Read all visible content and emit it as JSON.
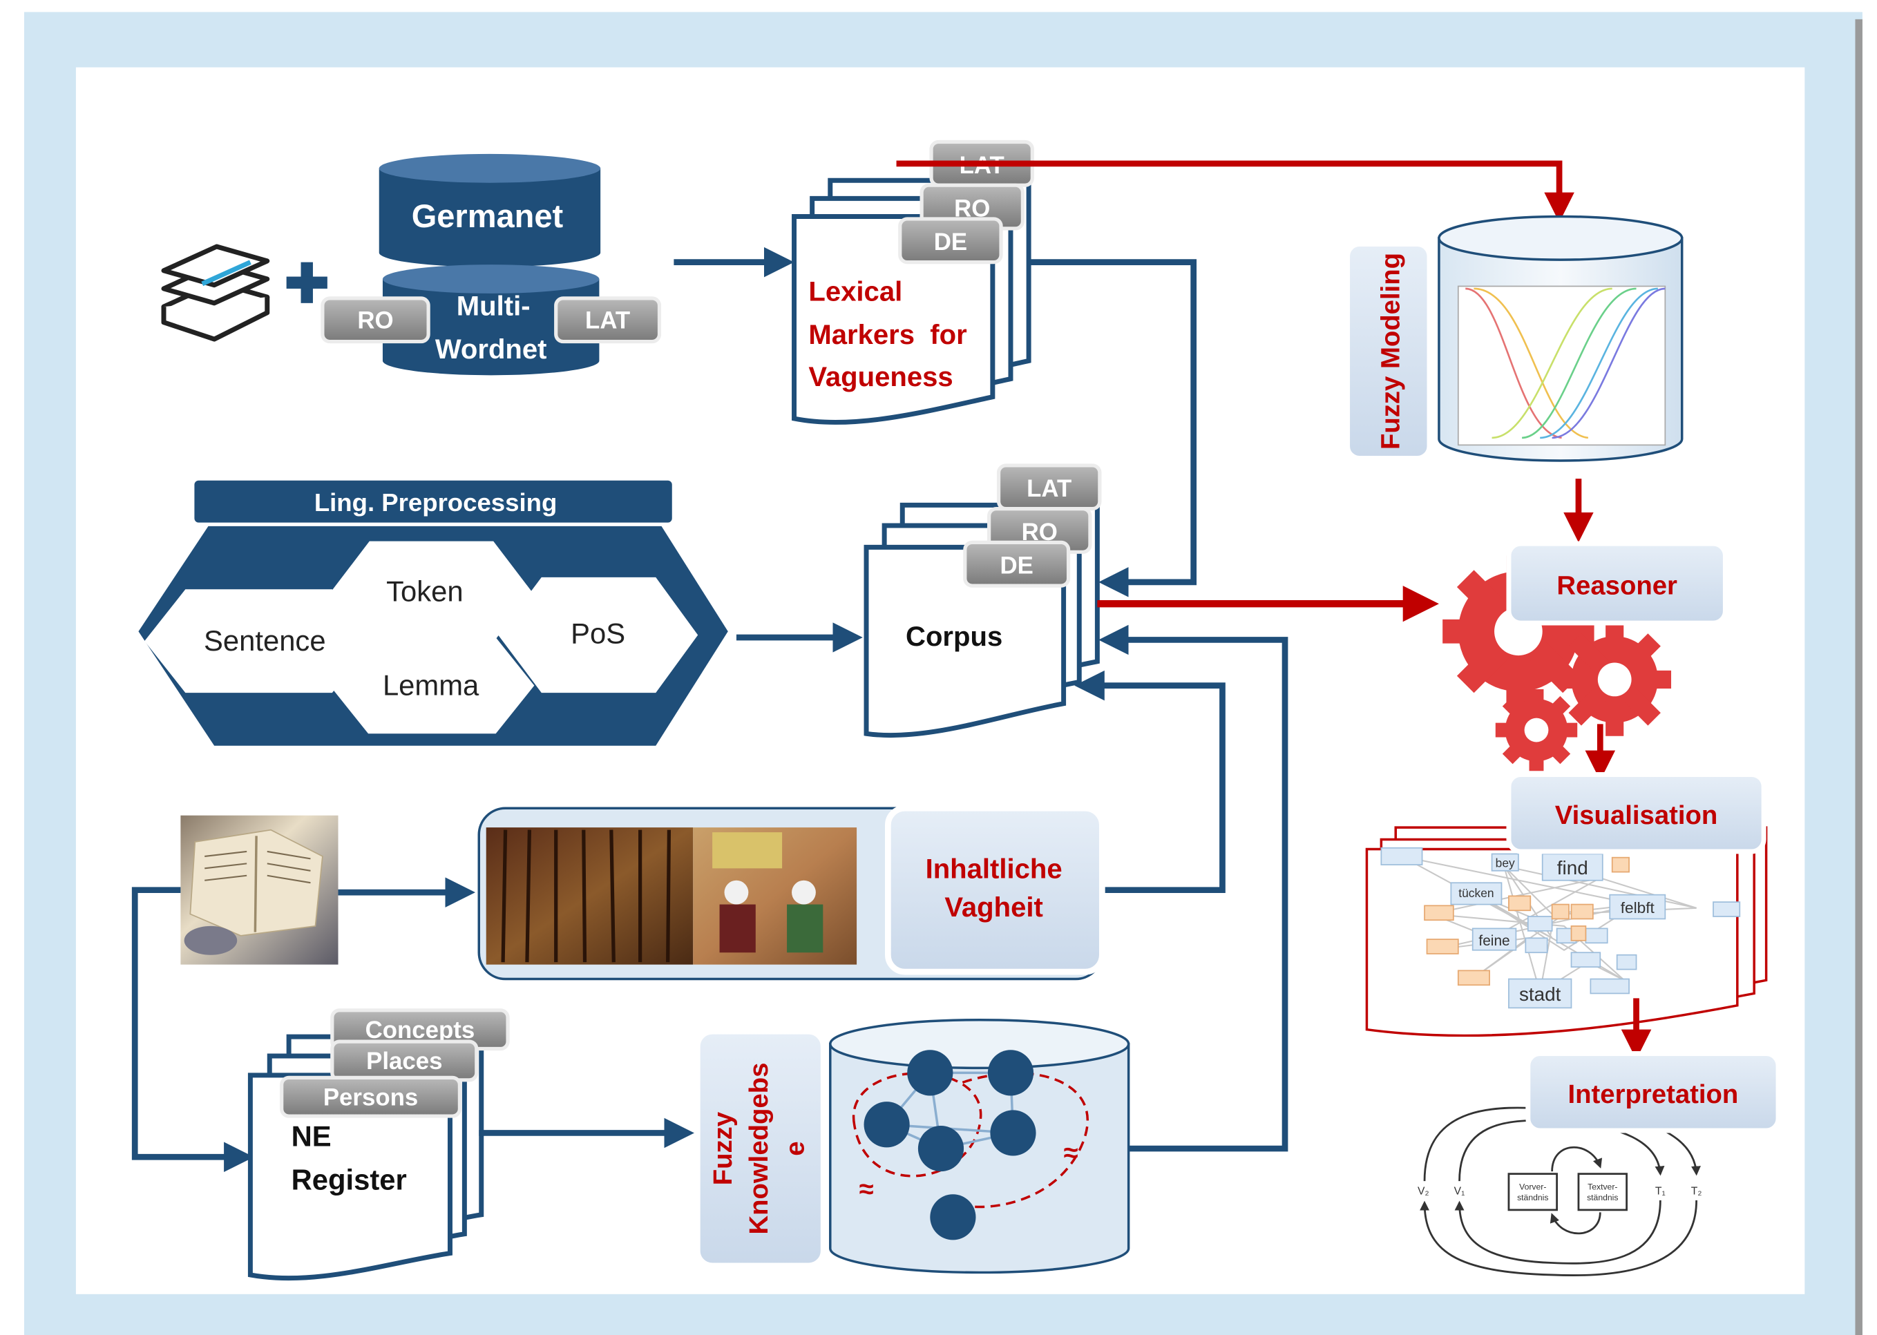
{
  "germanet": {
    "title": "Germanet",
    "multi_line1": "Multi-",
    "multi_line2": "Wordnet",
    "tag_ro": "RO",
    "tag_lat": "LAT"
  },
  "lexical": {
    "tags": [
      "LAT",
      "RO",
      "DE"
    ],
    "line1": "Lexical",
    "line2": "Markers  for",
    "line3": "Vagueness"
  },
  "preprocessing": {
    "title": "Ling. Preprocessing",
    "cells": [
      "Token",
      "Sentence",
      "PoS",
      "Lemma"
    ]
  },
  "corpus": {
    "tags": [
      "LAT",
      "RO",
      "DE"
    ],
    "label": "Corpus"
  },
  "fuzzy_modeling": {
    "label": "Fuzzy Modeling"
  },
  "reasoner": {
    "label": "Reasoner"
  },
  "visualisation": {
    "label": "Visualisation",
    "words": [
      "find",
      "feine",
      "felbft",
      "stadt",
      "tücken",
      "bey"
    ]
  },
  "inhalt": {
    "line1": "Inhaltliche",
    "line2": "Vagheit"
  },
  "ne_register": {
    "tags": [
      "Concepts",
      "Places",
      "Persons"
    ],
    "line1": "NE",
    "line2": "Register"
  },
  "fuzzy_kb": {
    "line1": "Fuzzy",
    "line2": "Knowledgebs",
    "line3": "e",
    "approx": "≈"
  },
  "interpretation": {
    "label": "Interpretation",
    "box1_line1": "Vorver-",
    "box1_line2": "ständnis",
    "box2_line1": "Textver-",
    "box2_line2": "ständnis",
    "marks": [
      "V₂",
      "V₁",
      "T₁",
      "T₂"
    ]
  },
  "colors": {
    "navy": "#1f4e79",
    "red": "#c00000",
    "frame": "#d1e6f3",
    "gear": "#e03c3c"
  },
  "icons": [
    "books-icon",
    "plus-icon",
    "gear-icon",
    "manuscript-photo",
    "miniature-painting"
  ]
}
